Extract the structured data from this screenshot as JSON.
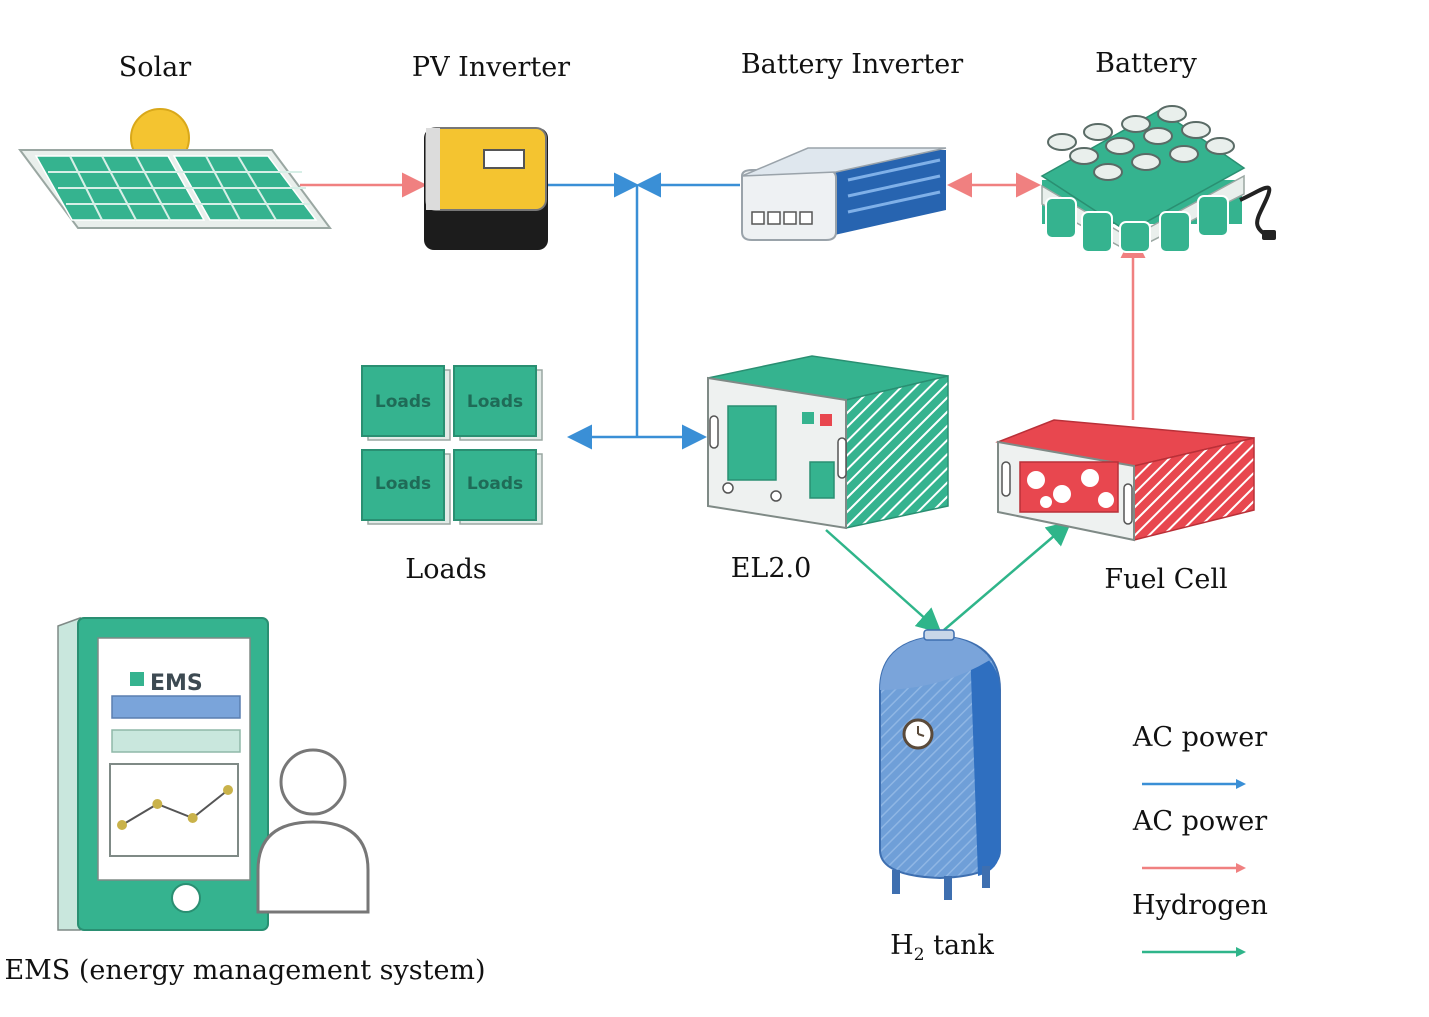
{
  "labels": {
    "solar": "Solar",
    "pv_inverter": "PV Inverter",
    "battery_inverter": "Battery Inverter",
    "battery": "Battery",
    "loads": "Loads",
    "electrolyzer": "EL2.0",
    "fuel_cell": "Fuel Cell",
    "h2_tank_prefix": "H",
    "h2_tank_sub": "2",
    "h2_tank_suffix": " tank",
    "ems": "EMS (energy management system)"
  },
  "load_tiles": [
    "Loads",
    "Loads",
    "Loads",
    "Loads"
  ],
  "ems_screen_title": "EMS",
  "ems_chart_points": [
    3,
    6,
    4,
    8
  ],
  "legend": [
    {
      "label": "AC power",
      "color": "#3a8fd6"
    },
    {
      "label": "AC power",
      "color": "#f08080"
    },
    {
      "label": "Hydrogen",
      "color": "#2fb58a"
    }
  ],
  "colors": {
    "ac_blue": "#3a8fd6",
    "ac_red": "#f08080",
    "hydrogen": "#2fb58a",
    "teal": "#35b38f",
    "red": "#e8474f",
    "yellow": "#f4c430"
  }
}
